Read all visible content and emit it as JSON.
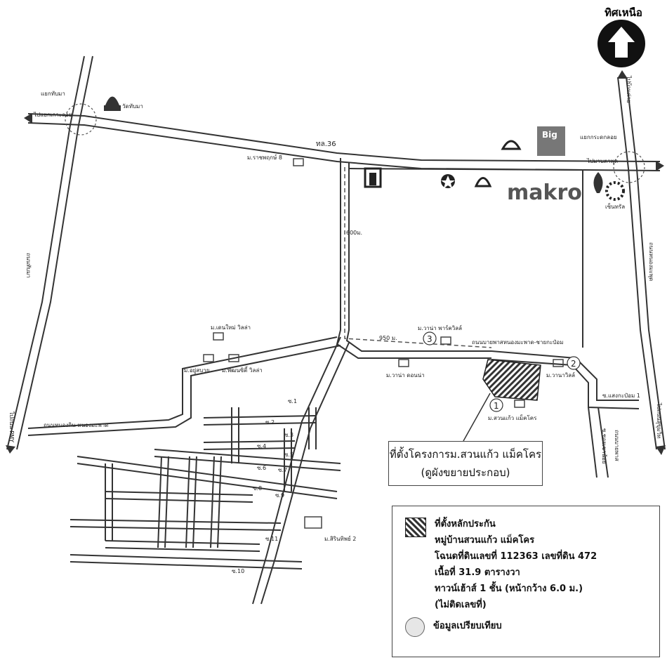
{
  "north": {
    "label": "ทิศเหนือ"
  },
  "roads": {
    "hwy36": "ทล.36",
    "thap_ma_road": "ถนนทับมา",
    "nong_mod_road": "ถนนหนองมะพุด",
    "ban_khlong_road": "ถนนหนองกิน-หนองมะพาด",
    "bypass_road": "ถนนบายพาสหนองมะพาด-ชายกะป๋อม",
    "soi_road_right": "ถนนบายพาส"
  },
  "junctions": {
    "thap_ma": "แยกทับมา",
    "to_pueak": "ไปแยกเกาะลอย",
    "krathing": "แยกกระดกลอย",
    "to_map_ta_phut": "ไปมาบตาพุด",
    "to_ban_khai": "ไปบ้านค่าย",
    "to_pmy": "ไปถนน PMY",
    "to_ban_chang": "ไปถนนสุขุมวิท",
    "soi_saeng_mn": "ซ.แสงกะป๋อม 1",
    "soi_right": "ซ.ซอยเขาน้อย"
  },
  "landmarks": {
    "temple": "วัดทับมา",
    "makro": "makro",
    "big_c": "Big",
    "central": "เซ็นทรัล"
  },
  "villages": {
    "ratchaphruek": "ม.ราชพฤกษ์ 8",
    "ruenthai": "ม.เดนใหม่ วิลล่า",
    "yu_sabai": "ม.อยู่สบาย",
    "happy_city": "ม.พัฒนซิตี้ วิลล่า",
    "na_pa_villa": "ม.วาน่า พาร์ควิลล์",
    "na_pa_city": "ม.วาน่า ดอนน่า",
    "vanna_villa": "ม.วานาวิลล์",
    "suan_kaew": "ม.สวนแก้ว แม็คโคร",
    "sirin_2": "ม.สิรินทิพย์ 2"
  },
  "distances": {
    "d600": "600ม.",
    "d950": "950 ม."
  },
  "markers": {
    "one": "1",
    "two": "2",
    "three": "3"
  },
  "sois": [
    "ซ.1",
    "ซ.2",
    "ซ.3",
    "ซ.4",
    "ซ.5",
    "ซ.6",
    "ซ.7",
    "ซ.8",
    "ซ.9",
    "ซ.10",
    "ซ.11"
  ],
  "callout": {
    "line1": "ที่ตั้งโครงการม.สวนแก้ว แม็คโคร",
    "line2": "(ดูผังขยายประกอบ)"
  },
  "legend": {
    "collateral_title": "ที่ตั้งหลักประกัน",
    "line1": "หมู่บ้านสวนแก้ว แม็คโคร",
    "line2": "โฉนดที่ดินเลขที่ 112363 เลขที่ดิน 472",
    "line3": "เนื้อที่ 31.9 ตารางวา",
    "line4": "ทาวน์เฮ้าส์ 1 ชั้น (หน้ากว้าง 6.0 ม.)",
    "line5": "(ไม่ติดเลขที่)",
    "comparison": "ข้อมูลเปรียบเทียบ"
  },
  "colors": {
    "road": "#3a3a3a",
    "makro_text": "#555555",
    "bigc": "#7a7a7a"
  }
}
